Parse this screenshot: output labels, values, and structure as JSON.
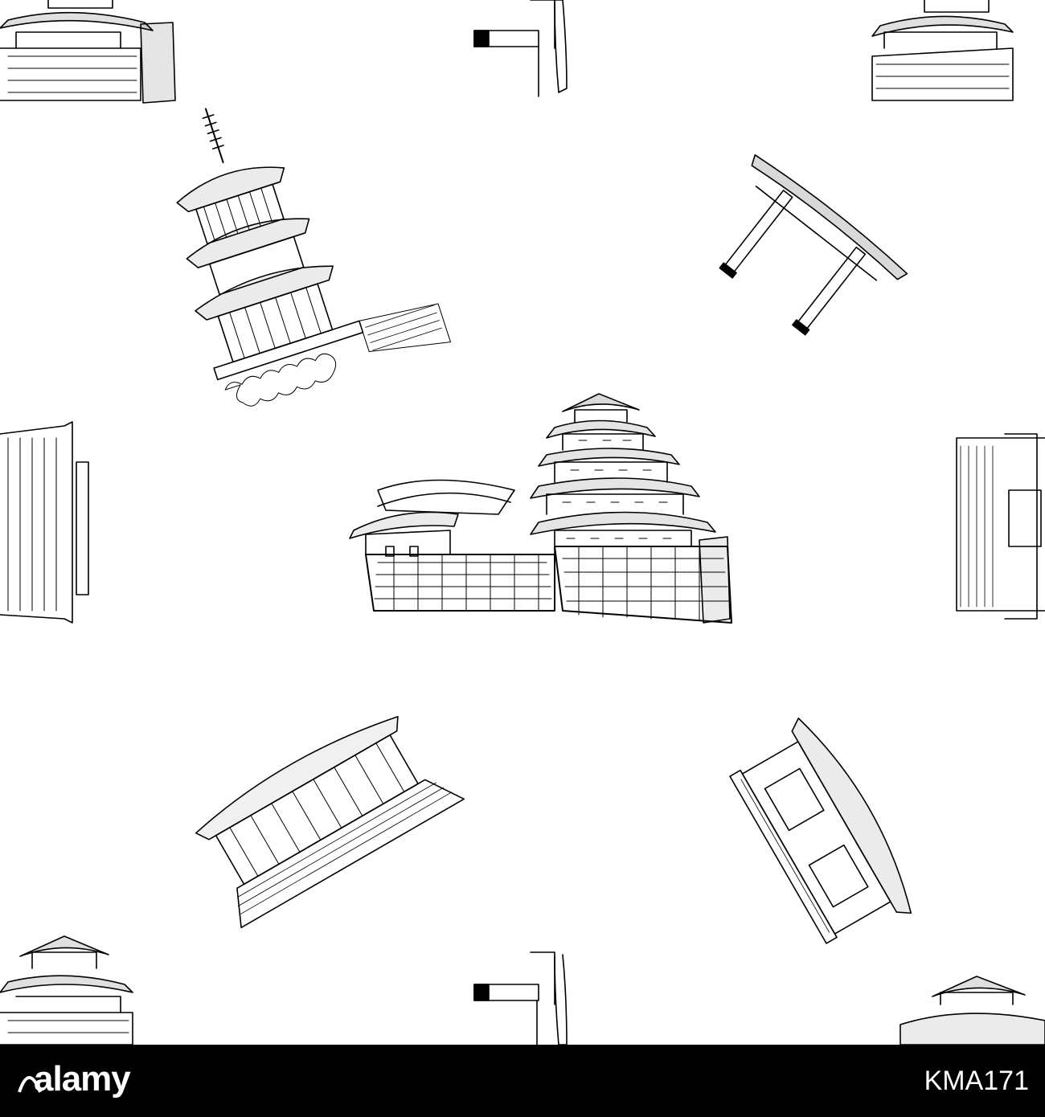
{
  "image": {
    "description_style": "seamless pattern of hand-drawn Japanese architecture sketches",
    "colors": {
      "background": "#ffffff",
      "ink": "#000000",
      "footer": "#000000"
    }
  },
  "footer": {
    "logo_text": "alamy",
    "stock_id": "KMA171"
  }
}
